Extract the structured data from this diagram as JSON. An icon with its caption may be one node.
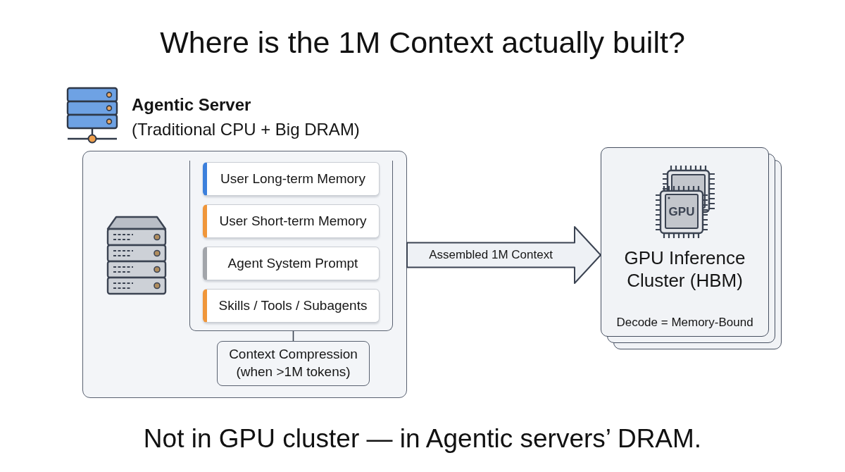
{
  "diagram": {
    "title": "Where is the 1M Context actually built?",
    "nodes": [
      {
        "text": [
          "Agentic Server",
          "(Traditional CPU + Big DRAM)"
        ]
      },
      {
        "text": [],
        "shape": "box",
        "in": 0
      },
      {
        "text": [
          "User Long-term Memory"
        ],
        "in": 1
      },
      {
        "text": [
          "User Short-term Memory"
        ],
        "in": 1
      },
      {
        "text": [
          "Agent System Prompt"
        ],
        "in": 1
      },
      {
        "text": [
          "Skills / Tools / Subagents"
        ],
        "in": 1
      },
      {
        "text": [
          "Context Compression (when >1M tokens)"
        ],
        "in": 0
      },
      {
        "text": [
          "GPU Inference Cluster (HBM)",
          "Decode = Memory-Bound"
        ]
      }
    ],
    "edges": [
      {
        "from": 0,
        "to": 7,
        "arrow": "to",
        "label": "Assembled 1M Context",
        "style": "thick"
      },
      {
        "from": 1,
        "to": 6,
        "arrow": "none"
      }
    ],
    "labels": [
      "GPU"
    ],
    "caption": "Not in GPU cluster — in Agentic servers’ DRAM."
  }
}
